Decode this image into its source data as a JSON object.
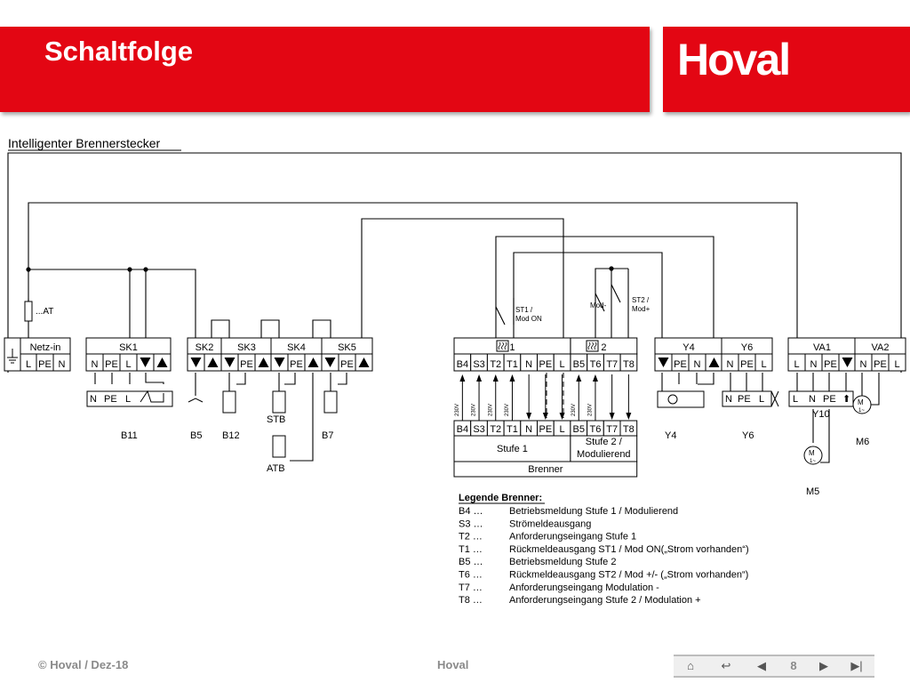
{
  "header": {
    "title": "Schaltfolge",
    "logo": "Hoval",
    "accent_color": "#e30613"
  },
  "diagram": {
    "title": "Intelligenter Brennerstecker",
    "fuse_label": "...AT",
    "netz": {
      "name": "Netz-in",
      "pins": [
        "⏚",
        "L",
        "PE",
        "N"
      ]
    },
    "groups": [
      {
        "name": "SK1",
        "pins": [
          "N",
          "PE",
          "L",
          "▼",
          "▲"
        ]
      },
      {
        "name": "SK2",
        "pins": [
          "▼",
          "▲"
        ]
      },
      {
        "name": "SK3",
        "pins": [
          "▼",
          "PE",
          "▲"
        ]
      },
      {
        "name": "SK4",
        "pins": [
          "▼",
          "PE",
          "▲"
        ]
      },
      {
        "name": "SK5",
        "pins": [
          "▼",
          "PE",
          "▲"
        ]
      },
      {
        "name": "1",
        "pins": [
          "B4",
          "S3",
          "T2",
          "T1",
          "N",
          "PE",
          "L"
        ]
      },
      {
        "name": "2",
        "pins": [
          "B5",
          "T6",
          "T7",
          "T8"
        ]
      },
      {
        "name": "Y4",
        "pins": [
          "▼",
          "PE",
          "N",
          "▲"
        ]
      },
      {
        "name": "Y6",
        "pins": [
          "N",
          "PE",
          "L"
        ]
      },
      {
        "name": "VA1",
        "pins": [
          "L",
          "N",
          "PE",
          "▼"
        ]
      },
      {
        "name": "VA2",
        "pins": [
          "N",
          "PE",
          "L"
        ]
      }
    ],
    "switch_labels": {
      "st1": "ST1 /",
      "st1b": "Mod ON",
      "mod_minus": "Mod-",
      "st2": "ST2 /",
      "st2b": "Mod+"
    },
    "burner": {
      "name": "Brenner",
      "pins": [
        "B4",
        "S3",
        "T2",
        "T1",
        "N",
        "PE",
        "L",
        "B5",
        "T6",
        "T7",
        "T8"
      ],
      "stage1": "Stufe 1",
      "stage2a": "Stufe 2 /",
      "stage2b": "Modulierend",
      "voltage": "230V"
    },
    "device_labels": {
      "b11": "B11",
      "b5": "B5",
      "b12": "B12",
      "stb": "STB",
      "atb": "ATB",
      "b7": "B7",
      "y4": "Y4",
      "y6": "Y6",
      "y10": "Y10",
      "m5": "M5",
      "m6": "M6"
    },
    "b11_pins": [
      "N",
      "PE",
      "L"
    ],
    "y6_pins": [
      "N",
      "PE",
      "L"
    ],
    "y10_pins": [
      "L",
      "N",
      "PE",
      "⬆"
    ],
    "m_symbol": "M",
    "m_sub": "1~"
  },
  "legend": {
    "title": "Legende Brenner",
    "items": [
      {
        "code": "B4 …",
        "desc": "Betriebsmeldung Stufe 1 / Modulierend"
      },
      {
        "code": "S3 …",
        "desc": "Strömeldeausgang"
      },
      {
        "code": "T2 …",
        "desc": "Anforderungseingang Stufe 1"
      },
      {
        "code": "T1 …",
        "desc": "Rückmeldeausgang ST1 / Mod ON(„Strom vorhanden“)"
      },
      {
        "code": "B5 …",
        "desc": "Betriebsmeldung Stufe 2"
      },
      {
        "code": "T6 …",
        "desc": "Rückmeldeausgang ST2 / Mod +/- („Strom vorhanden“)"
      },
      {
        "code": "T7 …",
        "desc": "Anforderungseingang Modulation -"
      },
      {
        "code": "T8 …",
        "desc": "Anforderungseingang Stufe 2 / Modulation +"
      }
    ]
  },
  "footer": {
    "copyright": "© Hoval / Dez-18",
    "center": "Hoval",
    "page": "8",
    "nav": {
      "home": "⌂",
      "return": "↩",
      "prev": "◀",
      "next": "▶",
      "last": "▶|"
    }
  }
}
